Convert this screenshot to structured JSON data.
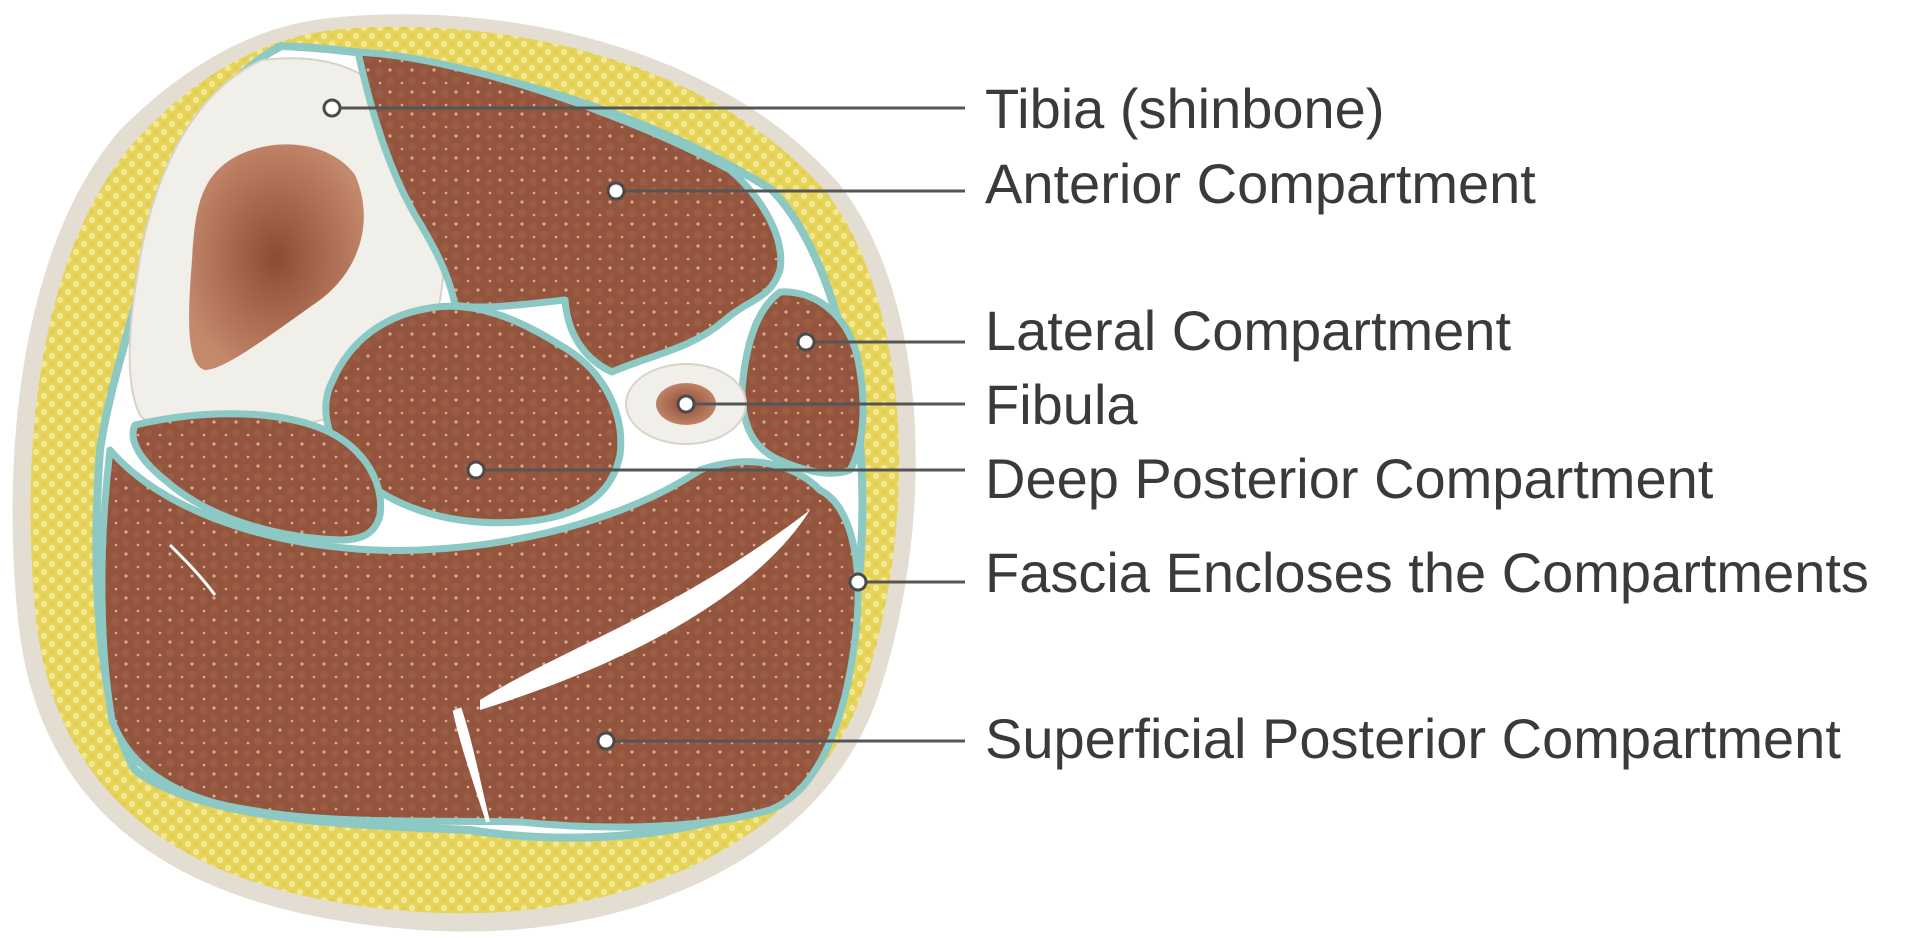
{
  "labels": {
    "tibia": "Tibia (shinbone)",
    "anterior": "Anterior Compartment",
    "lateral": "Lateral Compartment",
    "fibula": "Fibula",
    "deep_posterior": "Deep Posterior Compartment",
    "fascia": "Fascia Encloses the Compartments",
    "superficial_posterior": "Superficial Posterior Compartment"
  },
  "colors": {
    "skin": "#e3ddd2",
    "fat": "#e8d65a",
    "fascia": "#8cc9c4",
    "muscle": "#94553e",
    "muscle_texture": "#e3b29a",
    "bone": "#f1efe9",
    "marrow": "#b77559",
    "label_text": "#3a3a3a"
  }
}
